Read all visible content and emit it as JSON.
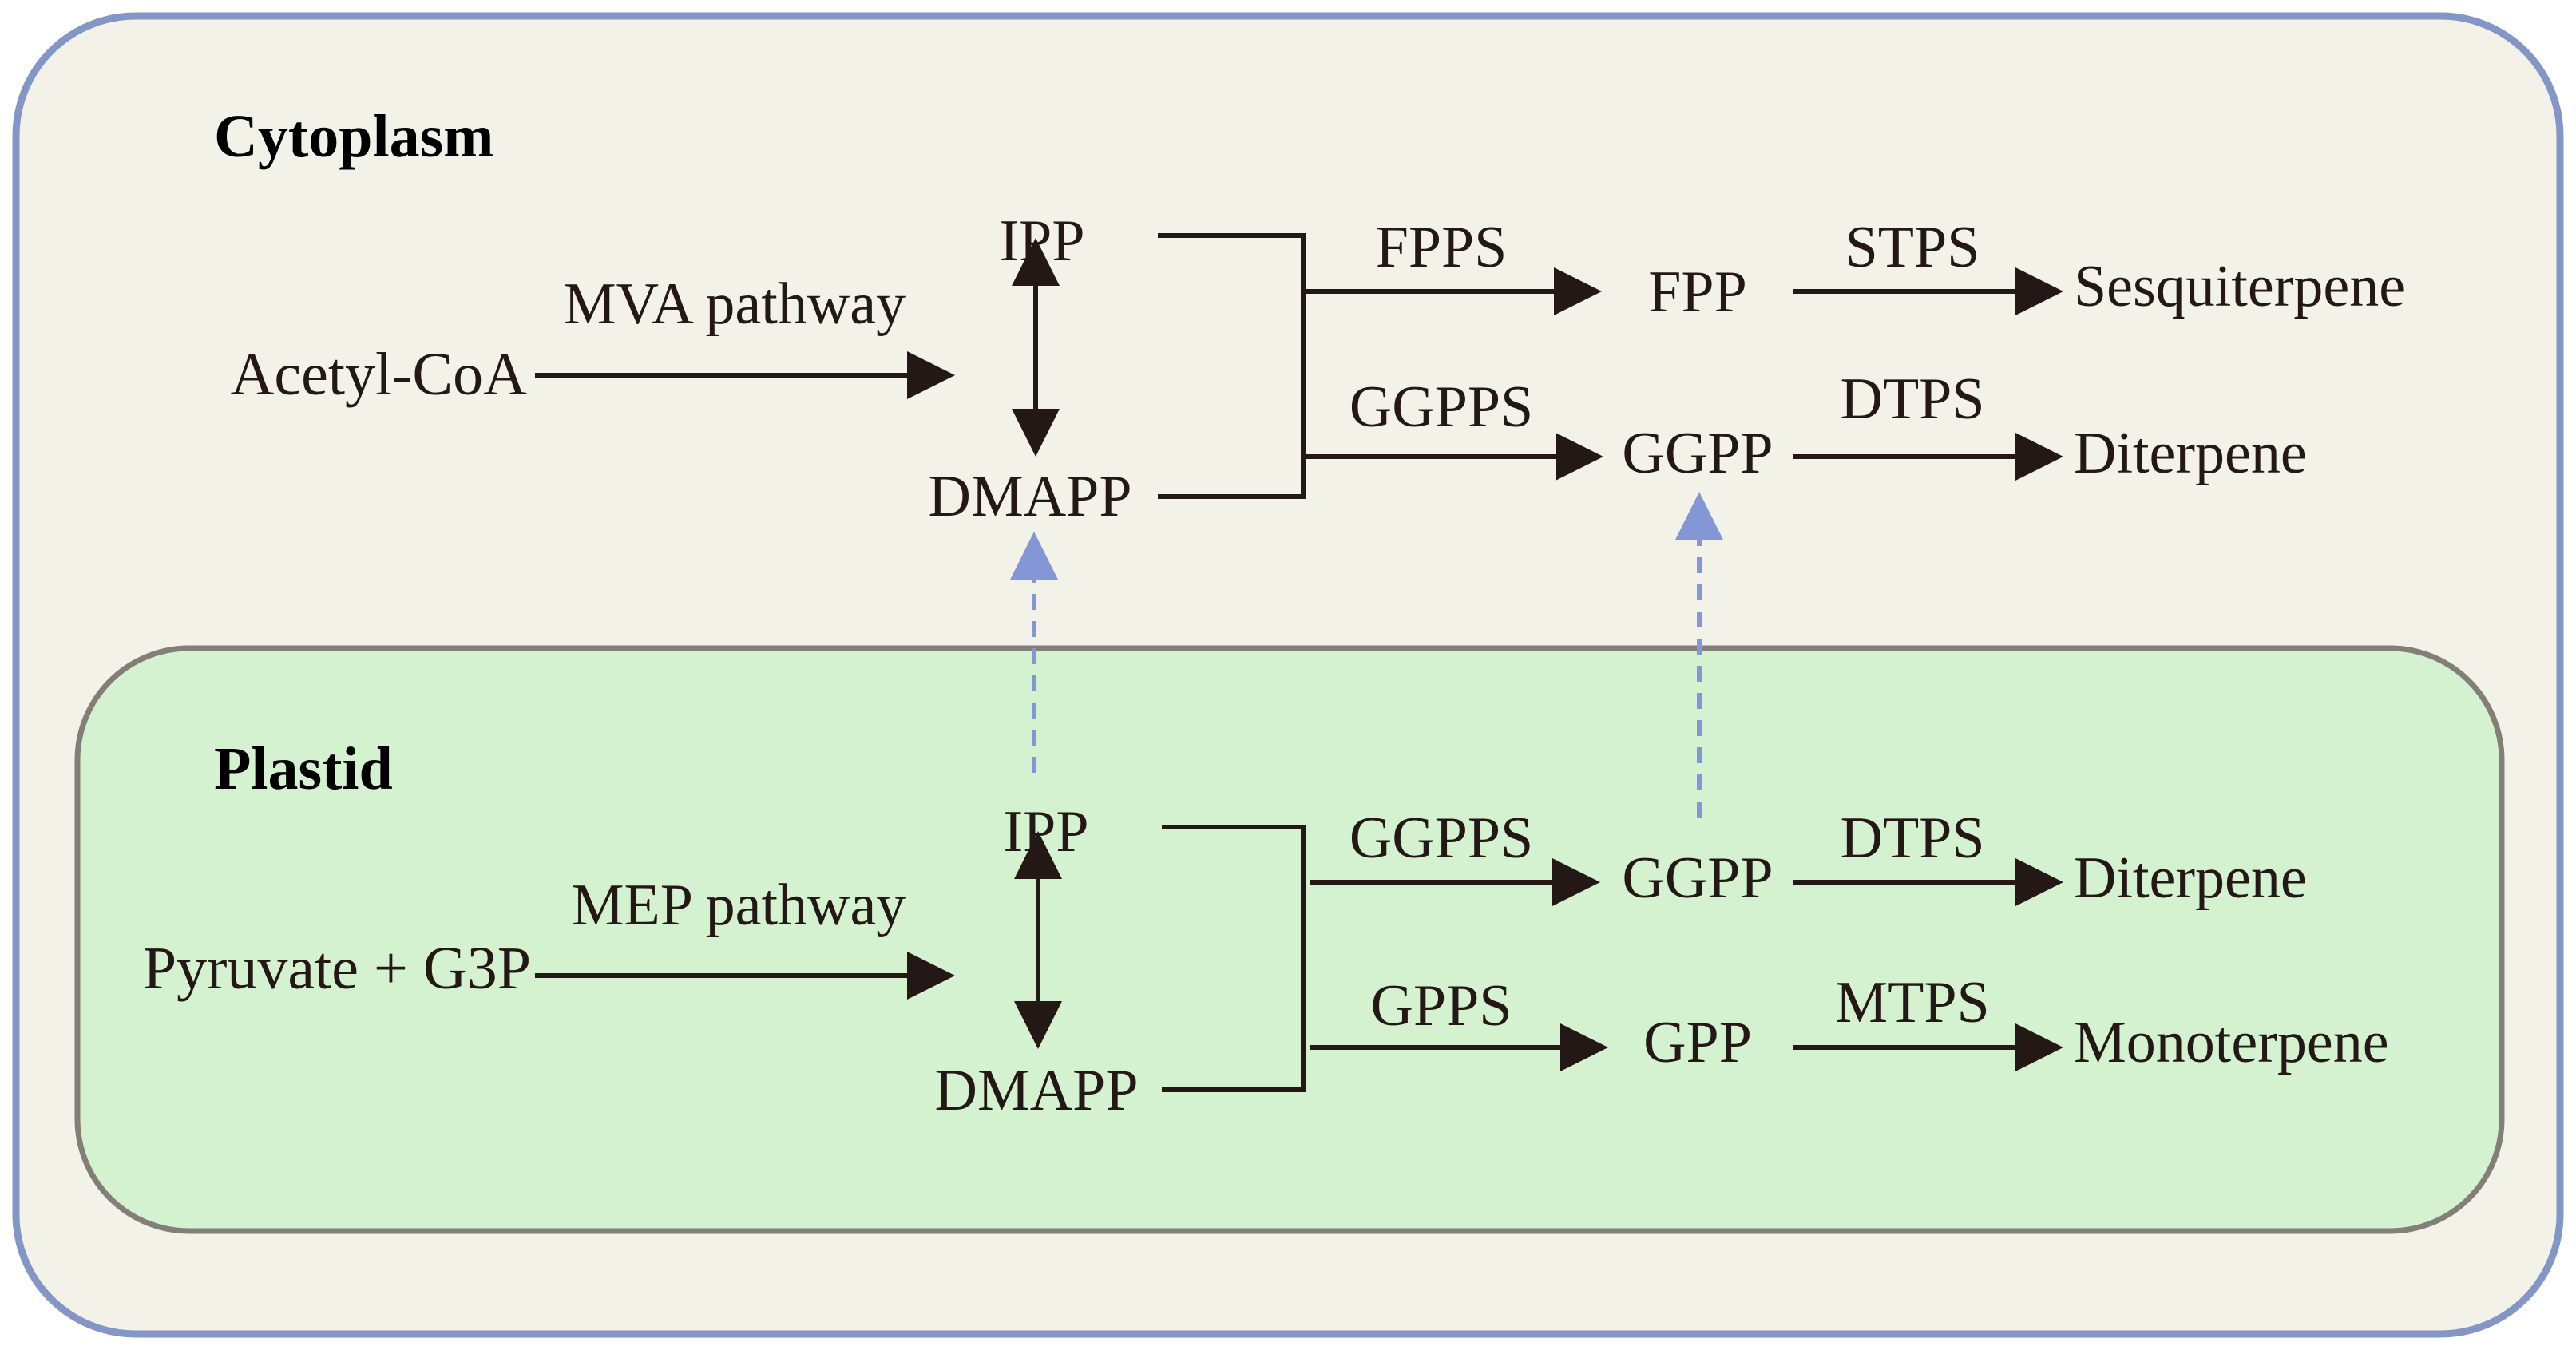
{
  "compartments": {
    "cytoplasm": {
      "label": "Cytoplasm",
      "fill": "#f2f2e8",
      "stroke": "#8496c6"
    },
    "plastid": {
      "label": "Plastid",
      "fill": "#d5f2d0",
      "stroke": "#847e78"
    }
  },
  "cytoplasm": {
    "substrate": "Acetyl-CoA",
    "pathway": "MVA pathway",
    "ipp": "IPP",
    "dmapp": "DMAPP",
    "enzyme_top": "FPPS",
    "product_top": "FPP",
    "synthase_top": "STPS",
    "final_top": "Sesquiterpene",
    "enzyme_bottom": "GGPPS",
    "product_bottom": "GGPP",
    "synthase_bottom": "DTPS",
    "final_bottom": "Diterpene"
  },
  "plastid": {
    "substrate": "Pyruvate + G3P",
    "pathway": "MEP pathway",
    "ipp": "IPP",
    "dmapp": "DMAPP",
    "enzyme_top": "GGPPS",
    "product_top": "GGPP",
    "synthase_top": "DTPS",
    "final_top": "Diterpene",
    "enzyme_bottom": "GPPS",
    "product_bottom": "GPP",
    "synthase_bottom": "MTPS",
    "final_bottom": "Monoterpene"
  },
  "colors": {
    "arrow": "#231815",
    "transport_arrow": "#8496d6"
  }
}
